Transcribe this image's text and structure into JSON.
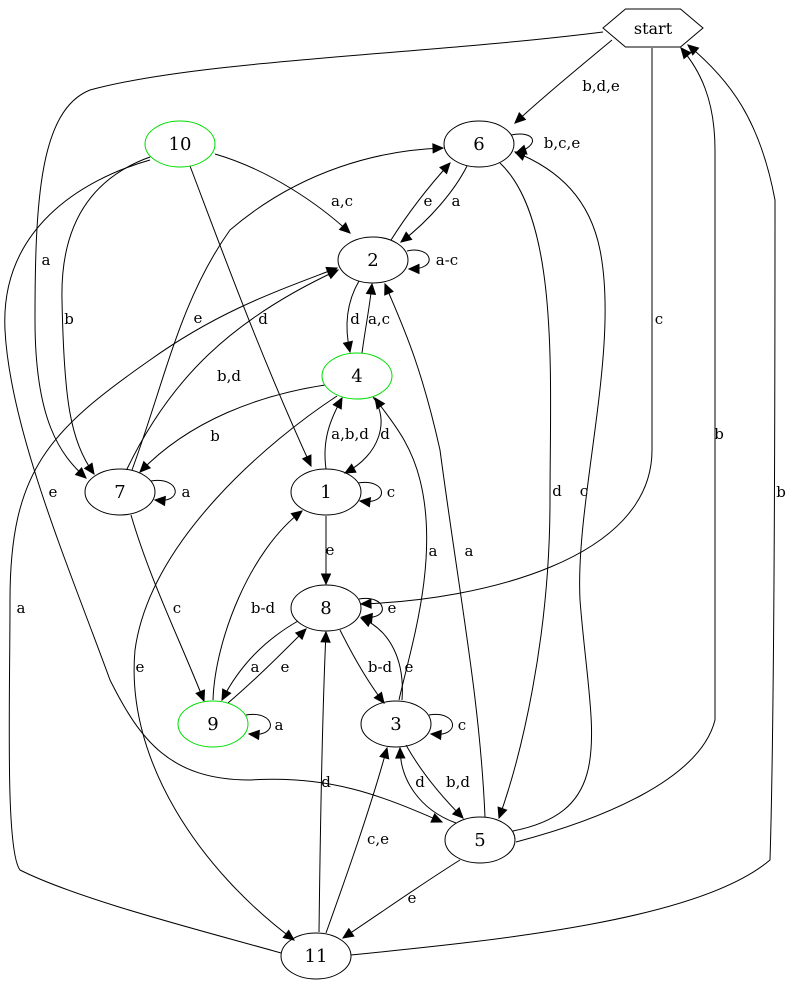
{
  "colors": {
    "normal": "#000000",
    "accepting": "#00dd00"
  },
  "nodes": [
    {
      "id": "start",
      "label": "start",
      "shape": "hexagon"
    },
    {
      "id": "n10",
      "label": "10",
      "accepting": true
    },
    {
      "id": "n6",
      "label": "6",
      "accepting": false
    },
    {
      "id": "n2",
      "label": "2",
      "accepting": false
    },
    {
      "id": "n4",
      "label": "4",
      "accepting": true
    },
    {
      "id": "n7",
      "label": "7",
      "accepting": false
    },
    {
      "id": "n1",
      "label": "1",
      "accepting": false
    },
    {
      "id": "n8",
      "label": "8",
      "accepting": false
    },
    {
      "id": "n9",
      "label": "9",
      "accepting": true
    },
    {
      "id": "n3",
      "label": "3",
      "accepting": false
    },
    {
      "id": "n5",
      "label": "5",
      "accepting": false
    },
    {
      "id": "n11",
      "label": "11",
      "accepting": false
    }
  ],
  "edges": [
    {
      "id": "e-start-6",
      "from": "start",
      "to": "6",
      "label": "b,d,e"
    },
    {
      "id": "e-start-7",
      "from": "start",
      "to": "7",
      "label": "a"
    },
    {
      "id": "e-start-8",
      "from": "start",
      "to": "8",
      "label": "c"
    },
    {
      "id": "e-10-2",
      "from": "10",
      "to": "2",
      "label": "a,c"
    },
    {
      "id": "e-10-7",
      "from": "10",
      "to": "7",
      "label": "b"
    },
    {
      "id": "e-10-1",
      "from": "10",
      "to": "1",
      "label": "d"
    },
    {
      "id": "e-10-5",
      "from": "10",
      "to": "5",
      "label": "e"
    },
    {
      "id": "e-6-6",
      "from": "6",
      "to": "6",
      "label": "b,c,e"
    },
    {
      "id": "e-6-2",
      "from": "6",
      "to": "2",
      "label": "a"
    },
    {
      "id": "e-6-5",
      "from": "6",
      "to": "5",
      "label": "d"
    },
    {
      "id": "e-2-6",
      "from": "2",
      "to": "6",
      "label": "e"
    },
    {
      "id": "e-2-2",
      "from": "2",
      "to": "2",
      "label": "a-c"
    },
    {
      "id": "e-2-4",
      "from": "2",
      "to": "4",
      "label": "d"
    },
    {
      "id": "e-4-2",
      "from": "4",
      "to": "2",
      "label": "a,c"
    },
    {
      "id": "e-4-7",
      "from": "4",
      "to": "7",
      "label": "b"
    },
    {
      "id": "e-4-1",
      "from": "4",
      "to": "1",
      "label": "d"
    },
    {
      "id": "e-4-11",
      "from": "4",
      "to": "11",
      "label": "e"
    },
    {
      "id": "e-7-6",
      "from": "7",
      "to": "6",
      "label": "e"
    },
    {
      "id": "e-7-2",
      "from": "7",
      "to": "2",
      "label": "b,d"
    },
    {
      "id": "e-7-7",
      "from": "7",
      "to": "7",
      "label": "a"
    },
    {
      "id": "e-7-9",
      "from": "7",
      "to": "9",
      "label": "c"
    },
    {
      "id": "e-1-4",
      "from": "1",
      "to": "4",
      "label": "a,b,d"
    },
    {
      "id": "e-1-1",
      "from": "1",
      "to": "1",
      "label": "c"
    },
    {
      "id": "e-1-8",
      "from": "1",
      "to": "8",
      "label": "e"
    },
    {
      "id": "e-8-8",
      "from": "8",
      "to": "8",
      "label": "e"
    },
    {
      "id": "e-8-9",
      "from": "8",
      "to": "9",
      "label": "a"
    },
    {
      "id": "e-8-3",
      "from": "8",
      "to": "3",
      "label": "b-d"
    },
    {
      "id": "e-9-1",
      "from": "9",
      "to": "1",
      "label": "b-d"
    },
    {
      "id": "e-9-8",
      "from": "9",
      "to": "8",
      "label": "e"
    },
    {
      "id": "e-9-9",
      "from": "9",
      "to": "9",
      "label": "a"
    },
    {
      "id": "e-3-4",
      "from": "3",
      "to": "4",
      "label": "a"
    },
    {
      "id": "e-3-8",
      "from": "3",
      "to": "8",
      "label": "e"
    },
    {
      "id": "e-3-3",
      "from": "3",
      "to": "3",
      "label": "c"
    },
    {
      "id": "e-3-5",
      "from": "3",
      "to": "5",
      "label": "b,d"
    },
    {
      "id": "e-5-3",
      "from": "5",
      "to": "3",
      "label": "d"
    },
    {
      "id": "e-5-2",
      "from": "5",
      "to": "2",
      "label": "a"
    },
    {
      "id": "e-5-6",
      "from": "5",
      "to": "6",
      "label": "c"
    },
    {
      "id": "e-5-start",
      "from": "5",
      "to": "start",
      "label": "b"
    },
    {
      "id": "e-5-11",
      "from": "5",
      "to": "11",
      "label": "e"
    },
    {
      "id": "e-11-2",
      "from": "11",
      "to": "2",
      "label": "a"
    },
    {
      "id": "e-11-8",
      "from": "11",
      "to": "8",
      "label": "d"
    },
    {
      "id": "e-11-3",
      "from": "11",
      "to": "3",
      "label": "c,e"
    },
    {
      "id": "e-11-start",
      "from": "11",
      "to": "start",
      "label": "b"
    }
  ]
}
